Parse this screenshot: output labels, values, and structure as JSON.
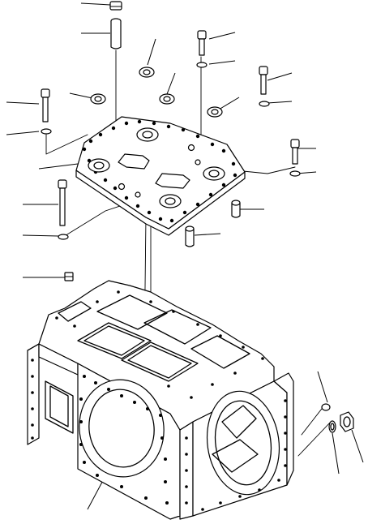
{
  "diagram": {
    "view": "exploded-isometric",
    "background": "#ffffff",
    "stroke": "#000000",
    "parts": [
      {
        "id": "top-plug"
      },
      {
        "id": "top-left-dowel"
      },
      {
        "id": "bearing-left"
      },
      {
        "id": "bearing-right"
      },
      {
        "id": "cover-bolt-a"
      },
      {
        "id": "cover-washer-a"
      },
      {
        "id": "cover-bolt-b"
      },
      {
        "id": "cover-washer-b"
      },
      {
        "id": "cover-bolt-c"
      },
      {
        "id": "cover-washer-c"
      },
      {
        "id": "left-bolt"
      },
      {
        "id": "left-washer"
      },
      {
        "id": "top-cover-plate"
      },
      {
        "id": "long-bolt"
      },
      {
        "id": "long-bolt-washer"
      },
      {
        "id": "dowel-pin-a"
      },
      {
        "id": "dowel-pin-b"
      },
      {
        "id": "small-plug"
      },
      {
        "id": "transmission-case"
      },
      {
        "id": "drain-plug"
      },
      {
        "id": "o-ring"
      },
      {
        "id": "vent-fitting"
      }
    ]
  }
}
